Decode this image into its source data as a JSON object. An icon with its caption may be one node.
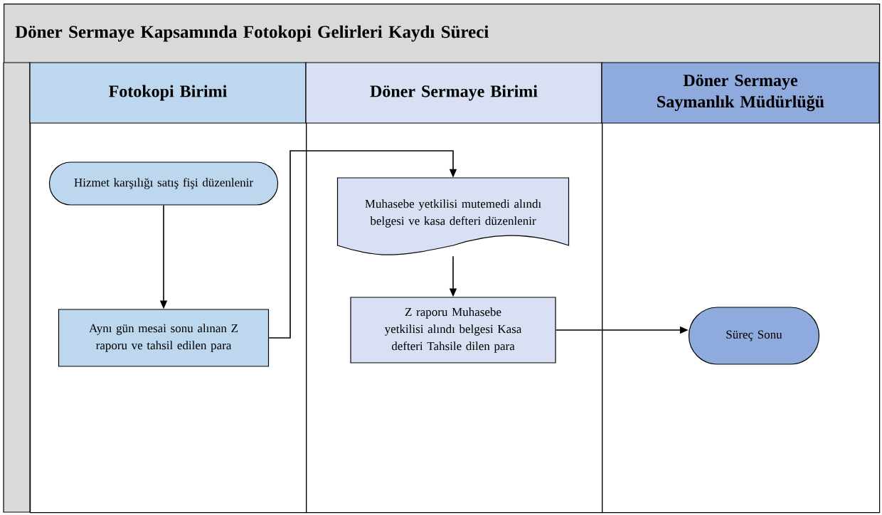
{
  "diagram": {
    "title": "Döner Sermaye Kapsamında Fotokopi Gelirleri Kaydı Süreci",
    "nodes": [
      {
        "text": [
          "Fotokopi Birimi"
        ]
      },
      {
        "text": [
          "Döner Sermaye Birimi"
        ]
      },
      {
        "text": [
          "Döner Sermaye Saymanlık Müdürlüğü"
        ]
      },
      {
        "text": [
          "Hizmet karşılığı satış fişi düzenlenir"
        ],
        "in": 0
      },
      {
        "text": [
          "Aynı gün mesai sonu alınan Z raporu ve tahsil edilen para"
        ],
        "in": 0
      },
      {
        "text": [
          "Muhasebe yetkilisi mutemedi alındı belgesi ve kasa defteri düzenlenir"
        ],
        "in": 1
      },
      {
        "text": [
          "Z raporu Muhasebe yetkilisi alındı belgesi Kasa defteri Tahsile dilen para"
        ],
        "in": 1
      },
      {
        "text": [
          "Süreç Sonu"
        ],
        "in": 2
      }
    ],
    "edges": [
      {
        "from": 3,
        "to": 4,
        "arrow": "to"
      },
      {
        "from": 4,
        "to": 5,
        "arrow": "to"
      },
      {
        "from": 5,
        "to": 6,
        "arrow": "to"
      },
      {
        "from": 6,
        "to": 7,
        "arrow": "to"
      }
    ]
  }
}
